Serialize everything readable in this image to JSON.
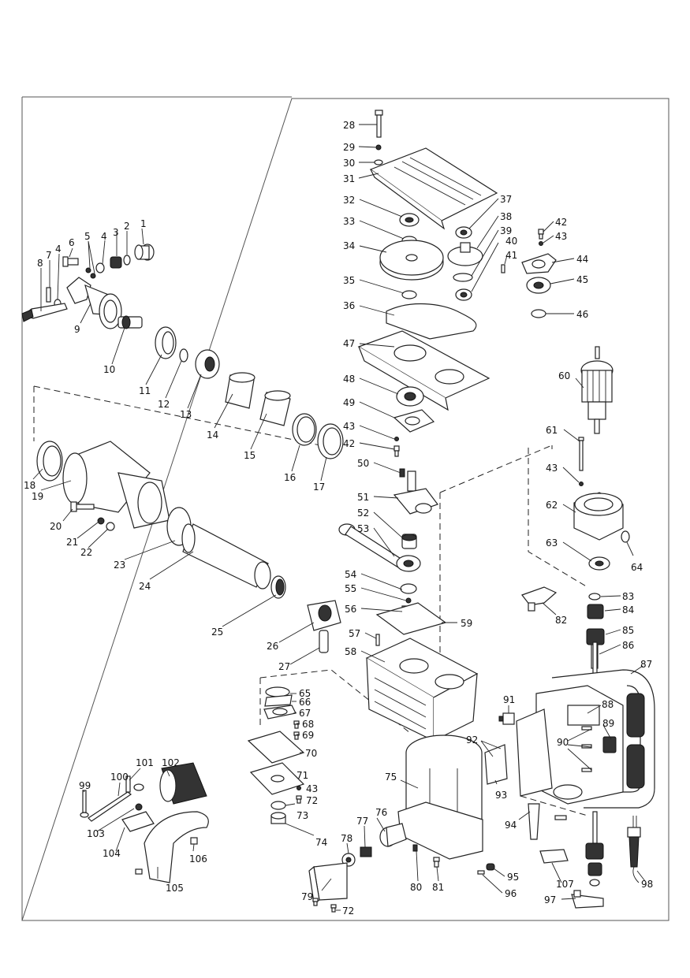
{
  "diagram": {
    "type": "exploded-parts-view",
    "callouts": [
      "1",
      "2",
      "3",
      "4",
      "4",
      "5",
      "6",
      "7",
      "8",
      "9",
      "10",
      "11",
      "12",
      "13",
      "14",
      "15",
      "16",
      "17",
      "18",
      "19",
      "20",
      "21",
      "22",
      "23",
      "24",
      "25",
      "26",
      "27",
      "28",
      "29",
      "30",
      "31",
      "32",
      "33",
      "34",
      "35",
      "36",
      "37",
      "38",
      "39",
      "40",
      "41",
      "42",
      "43",
      "44",
      "45",
      "46",
      "47",
      "48",
      "49",
      "43",
      "42",
      "50",
      "51",
      "52",
      "53",
      "54",
      "55",
      "56",
      "57",
      "58",
      "59",
      "60",
      "61",
      "43",
      "62",
      "63",
      "64",
      "65",
      "66",
      "67",
      "68",
      "69",
      "70",
      "71",
      "43",
      "72",
      "73",
      "74",
      "75",
      "76",
      "77",
      "78",
      "79",
      "72",
      "80",
      "81",
      "82",
      "83",
      "84",
      "85",
      "86",
      "87",
      "88",
      "89",
      "90",
      "91",
      "92",
      "93",
      "94",
      "95",
      "96",
      "97",
      "98",
      "99",
      "100",
      "101",
      "102",
      "103",
      "104",
      "105",
      "106",
      "107"
    ]
  }
}
